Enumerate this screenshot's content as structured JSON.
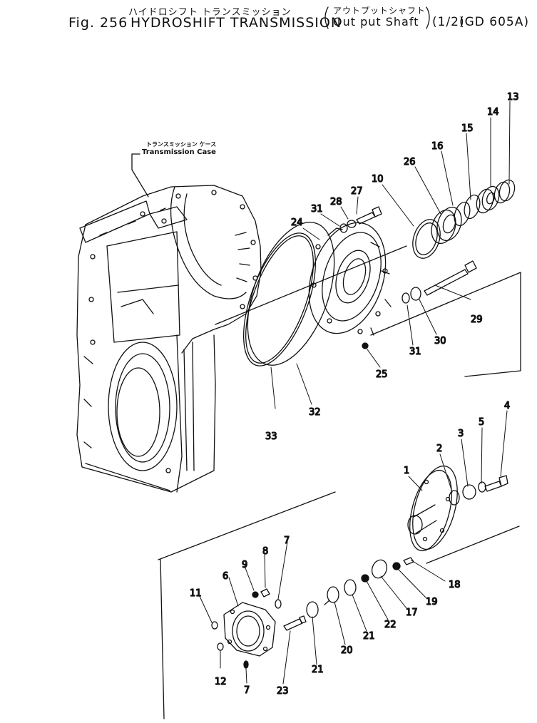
{
  "header": {
    "kana_main": "ハイドロシフト トランスミッション",
    "kana_sub": "アウトプットシャフト",
    "fig_number": "Fig. 256",
    "title": "HYDROSHIFT TRANSMISSION",
    "subtitle": "Out put Shaft",
    "page": "(1/2)",
    "model": "(GD 605A)"
  },
  "case_label": {
    "jp": "トランスミッション ケース",
    "en": "Transmission Case"
  },
  "callouts": {
    "p1": "1",
    "p2": "2",
    "p3": "3",
    "p4": "4",
    "p5": "5",
    "p6": "6",
    "p7a": "7",
    "p7b": "7",
    "p8": "8",
    "p9": "9",
    "p10": "10",
    "p11": "11",
    "p12": "12",
    "p13": "13",
    "p14": "14",
    "p15": "15",
    "p16": "16",
    "p17": "17",
    "p18": "18",
    "p19": "19",
    "p20": "20",
    "p21a": "21",
    "p21b": "21",
    "p22": "22",
    "p23": "23",
    "p24": "24",
    "p25": "25",
    "p26": "26",
    "p27": "27",
    "p28": "28",
    "p29": "29",
    "p30": "30",
    "p31a": "31",
    "p31b": "31",
    "p32": "32",
    "p33": "33"
  }
}
